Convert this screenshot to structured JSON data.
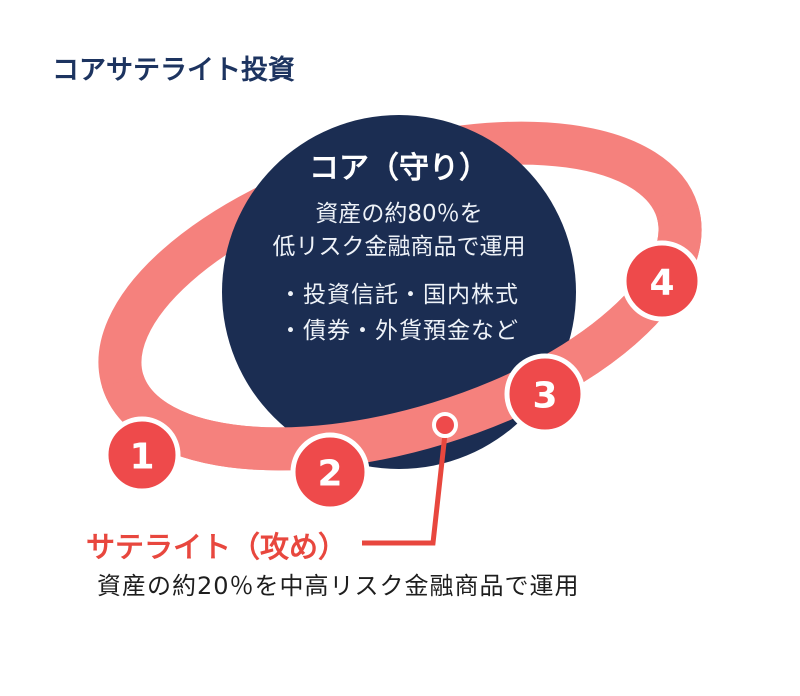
{
  "title": "コアサテライト投資",
  "core": {
    "heading": "コア（守り）",
    "line1": "資産の約80％を",
    "line2": "低リスク金融商品で運用",
    "bullet1": "・投資信託・国内株式",
    "bullet2": "・債券・外貨預金など"
  },
  "satellite": {
    "heading": "サテライト（攻め）",
    "description": "資産の約20％を中高リスク金融商品で運用",
    "markers": [
      "1",
      "2",
      "3",
      "4"
    ]
  },
  "colors": {
    "core_navy": "#1b2d52",
    "title_navy": "#1d3460",
    "orbit_ring_salmon": "#f5817d",
    "marker_red": "#ee4a4b",
    "accent_red": "#e8473e",
    "description_text": "#1e1e1e",
    "background": "#ffffff"
  }
}
